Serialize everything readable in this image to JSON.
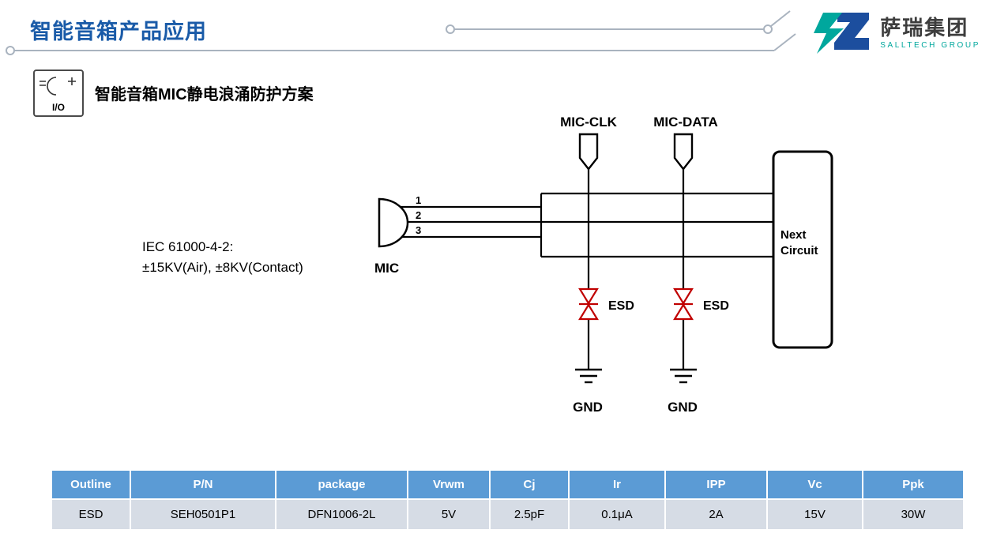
{
  "page": {
    "title": "智能音箱产品应用"
  },
  "logo": {
    "name_cn": "萨瑞集团",
    "name_en": "SALLTECH GROUP"
  },
  "section": {
    "icon_label": "I/O",
    "title": "智能音箱MIC静电浪涌防护方案"
  },
  "diagram": {
    "iec_line1": "IEC 61000-4-2:",
    "iec_line2": "±15KV(Air), ±8KV(Contact)",
    "mic_label": "MIC",
    "pins": [
      "1",
      "2",
      "3"
    ],
    "connector_labels": [
      "MIC-CLK",
      "MIC-DATA"
    ],
    "esd_labels": [
      "ESD",
      "ESD"
    ],
    "gnd_labels": [
      "GND",
      "GND"
    ],
    "next_circuit": {
      "line1": "Next",
      "line2": "Circuit"
    }
  },
  "table": {
    "headers": [
      "Outline",
      "P/N",
      "package",
      "Vrwm",
      "Cj",
      "Ir",
      "IPP",
      "Vc",
      "Ppk"
    ],
    "rows": [
      [
        "ESD",
        "SEH0501P1",
        "DFN1006-2L",
        "5V",
        "2.5pF",
        "0.1μA",
        "2A",
        "15V",
        "30W"
      ]
    ]
  },
  "colors": {
    "title_blue": "#1A5BA8",
    "table_header_blue": "#5B9BD5",
    "table_row_blue": "#D6DCE5",
    "esd_red": "#C00000",
    "logo_teal": "#00A79D",
    "logo_blue": "#1C4E9E",
    "trace_gray": "#A9B3BF"
  }
}
